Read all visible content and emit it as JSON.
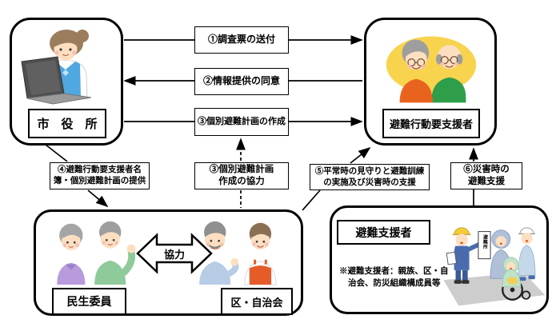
{
  "nodes": {
    "city_office": {
      "label": "市　役　所"
    },
    "recipients": {
      "label": "避難行動要支援者"
    },
    "community": {
      "minsei_label": "民生委員",
      "cooperation_label": "協力",
      "jichikai_label": "区・自治会"
    },
    "supporters": {
      "label": "避難支援者",
      "note_line1": "※避難支援者：親族、区・自",
      "note_line2": "治会、防災組織構成員等",
      "sign_label": "避難所"
    }
  },
  "flows": {
    "f1": {
      "label": "①調査票の送付"
    },
    "f2": {
      "label": "②情報提供の同意"
    },
    "f3": {
      "label": "③個別避難計画の作成"
    },
    "f4": {
      "line1": "④避難行動要支援者名",
      "line2": "簿・個別避難計画の提供"
    },
    "f3b": {
      "line1": "③個別避難計画",
      "line2": "作成の協力"
    },
    "f5": {
      "line1": "⑤平常時の見守りと避難訓練",
      "line2": "の実施及び災害時の支援"
    },
    "f6": {
      "line1": "⑥災害時の",
      "line2": "避難支援"
    }
  },
  "colors": {
    "line": "#000000",
    "box_bg": "#ffffff",
    "highlight_oval": "#f8d34e",
    "vest_blue": "#4fa8e0",
    "orange_top": "#e8641e",
    "green_top": "#2e9e4a",
    "purple_top": "#b79bdd",
    "sweater_green": "#8fca9b",
    "shirt_blue": "#b7cce5",
    "apron_orange": "#e55c28",
    "rescue_blue": "#4a6cae",
    "raincoat_gray": "#b0c0d8",
    "poncho_green": "#bfe2c8",
    "ground_gray": "#cdcdcd"
  }
}
